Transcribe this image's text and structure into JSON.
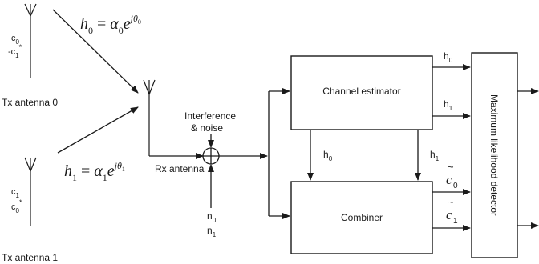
{
  "tx0": {
    "sym_a": "c",
    "sym_a_sub": "0",
    "sym_b": "-c",
    "sym_b_sub": "1",
    "sym_b_sup": "*",
    "label": "Tx antenna 0"
  },
  "tx1": {
    "sym_a": "c",
    "sym_a_sub": "1",
    "sym_b": "c",
    "sym_b_sub": "0",
    "sym_b_sup": "*",
    "label": "Tx antenna 1"
  },
  "h0_eq": {
    "lhs": "h",
    "lhs_sub": "0",
    "eq": " = ",
    "alpha": "α",
    "alpha_sub": "0",
    "e": "e",
    "exp": "jθ",
    "exp_sub": "0"
  },
  "h1_eq": {
    "lhs": "h",
    "lhs_sub": "1",
    "eq": " = ",
    "alpha": "α",
    "alpha_sub": "1",
    "e": "e",
    "exp": "jθ",
    "exp_sub": "1"
  },
  "rx": {
    "label": "Rx antenna"
  },
  "interference": {
    "line1": "Interference",
    "line2": "& noise"
  },
  "noise": {
    "n0": "n",
    "n0_sub": "0",
    "n1": "n",
    "n1_sub": "1"
  },
  "blocks": {
    "estimator": "Channel estimator",
    "combiner": "Combiner",
    "detector": "Maximum likelihood detector"
  },
  "signals": {
    "h": "h",
    "sub0": "0",
    "sub1": "1",
    "c": "c",
    "tilde": "~"
  }
}
